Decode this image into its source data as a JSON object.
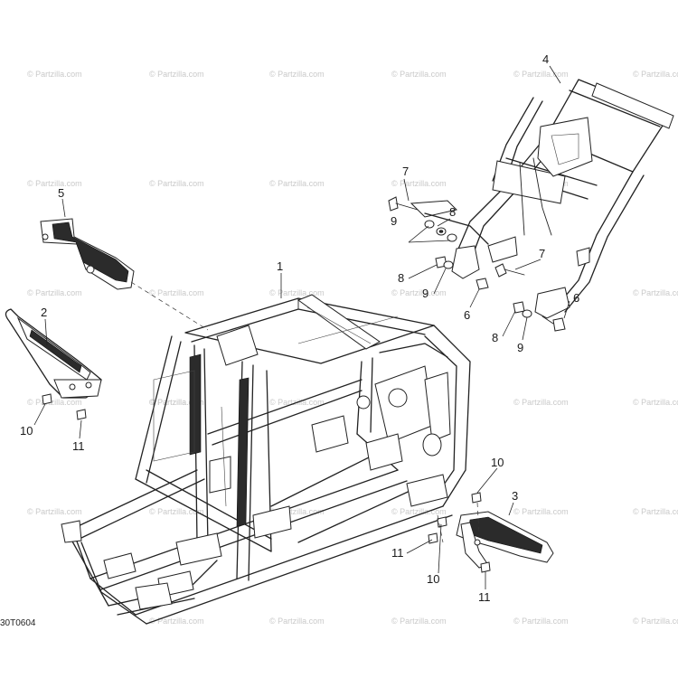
{
  "watermark": "© Partzilla.com",
  "diagram_code": "30T0604",
  "callouts": {
    "frame": "1",
    "footrest_left": "2",
    "footrest_right": "3",
    "rear_subframe": "4",
    "heat_shield": "5",
    "bolt_a": "6",
    "bolt_b": "6",
    "screw_a": "7",
    "screw_b": "7",
    "nut_a": "8",
    "nut_b": "8",
    "nut_c": "8",
    "washer_a": "9",
    "washer_b": "9",
    "washer_c": "9",
    "bolt_left": "10",
    "bolt_right_top": "10",
    "bolt_right_bottom": "10",
    "nut_left": "11",
    "nut_right_top": "11",
    "nut_right_bottom": "11"
  }
}
